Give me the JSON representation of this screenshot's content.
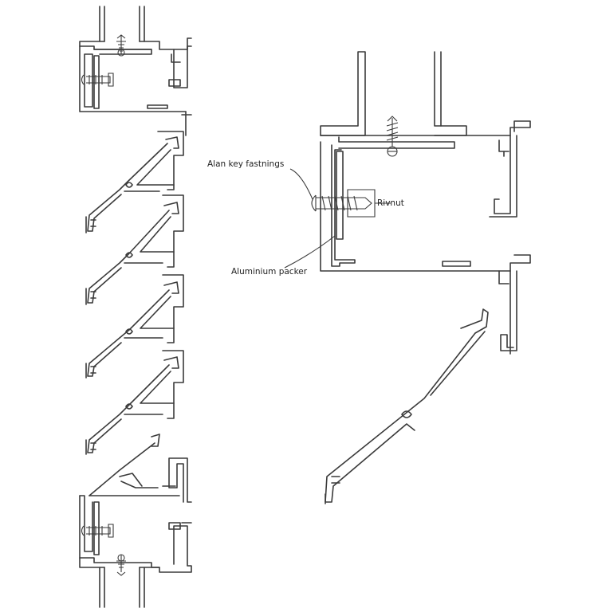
{
  "labels": {
    "fastenings": "Alan key fastnings",
    "rivnut": "Rivnut",
    "packer": "Aluminium packer"
  },
  "style": {
    "line_color": "#3a3a3a",
    "background": "#ffffff"
  }
}
